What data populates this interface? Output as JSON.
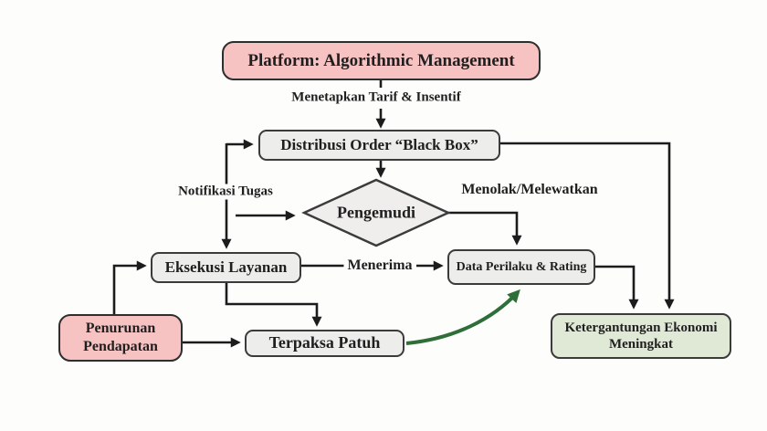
{
  "diagram": {
    "title": "Platform: Algorithmic Management flowchart",
    "nodes": {
      "platform": {
        "label": "Platform: Algorithmic Management",
        "shape": "rounded-rect",
        "fill": "#f6c2c2"
      },
      "distribusi": {
        "label": "Distribusi Order “Black Box”",
        "shape": "rounded-rect",
        "fill": "#ededeb"
      },
      "pengemudi": {
        "label": "Pengemudi",
        "shape": "diamond",
        "fill": "#efeeec"
      },
      "eksekusi": {
        "label": "Eksekusi Layanan",
        "shape": "rounded-rect",
        "fill": "#ededeb"
      },
      "data_perilaku": {
        "label": "Data Perilaku & Rating",
        "shape": "rounded-rect",
        "fill": "#ededeb"
      },
      "penurunan": {
        "label": "Penurunan Pendapatan",
        "shape": "rounded-rect",
        "fill": "#f6c2c2"
      },
      "terpaksa": {
        "label": "Terpaksa Patuh",
        "shape": "rounded-rect",
        "fill": "#ededeb"
      },
      "ketergantungan": {
        "label": "Ketergantungan Ekonomi Meningkat",
        "shape": "rounded-rect",
        "fill": "#dfe9d5"
      }
    },
    "edge_labels": {
      "menetapkan": "Menetapkan Tarif & Insentif",
      "notifikasi": "Notifikasi Tugas",
      "menolak": "Menolak/Melewatkan",
      "menerima": "Menerima"
    },
    "edges": [
      {
        "from": "platform",
        "to": "distribusi",
        "label": "Menetapkan Tarif & Insentif"
      },
      {
        "from": "distribusi",
        "to": "pengemudi",
        "label": ""
      },
      {
        "from": "notifikasi-line",
        "to": "distribusi",
        "label": "Notifikasi Tugas"
      },
      {
        "from": "notifikasi-line",
        "to": "pengemudi",
        "label": ""
      },
      {
        "from": "notifikasi-line",
        "to": "eksekusi",
        "label": ""
      },
      {
        "from": "pengemudi",
        "to": "data_perilaku",
        "label": "Menolak/Melewatkan"
      },
      {
        "from": "eksekusi",
        "to": "data_perilaku",
        "label": "Menerima"
      },
      {
        "from": "penurunan",
        "to": "eksekusi",
        "label": ""
      },
      {
        "from": "eksekusi",
        "to": "terpaksa",
        "label": ""
      },
      {
        "from": "penurunan",
        "to": "terpaksa",
        "label": ""
      },
      {
        "from": "terpaksa",
        "to": "data_perilaku",
        "label": "",
        "style": "green-curve"
      },
      {
        "from": "distribusi",
        "to": "ketergantungan",
        "label": ""
      },
      {
        "from": "data_perilaku",
        "to": "ketergantungan",
        "label": ""
      }
    ],
    "colors": {
      "background": "#fdfdfc",
      "node_pink": "#f6c2c2",
      "node_gray": "#ededeb",
      "node_green": "#dfe9d5",
      "border": "#3b3b3b",
      "arrow": "#1c1c1c",
      "green_arrow": "#2f6e38",
      "text": "#1f1f1f"
    }
  }
}
